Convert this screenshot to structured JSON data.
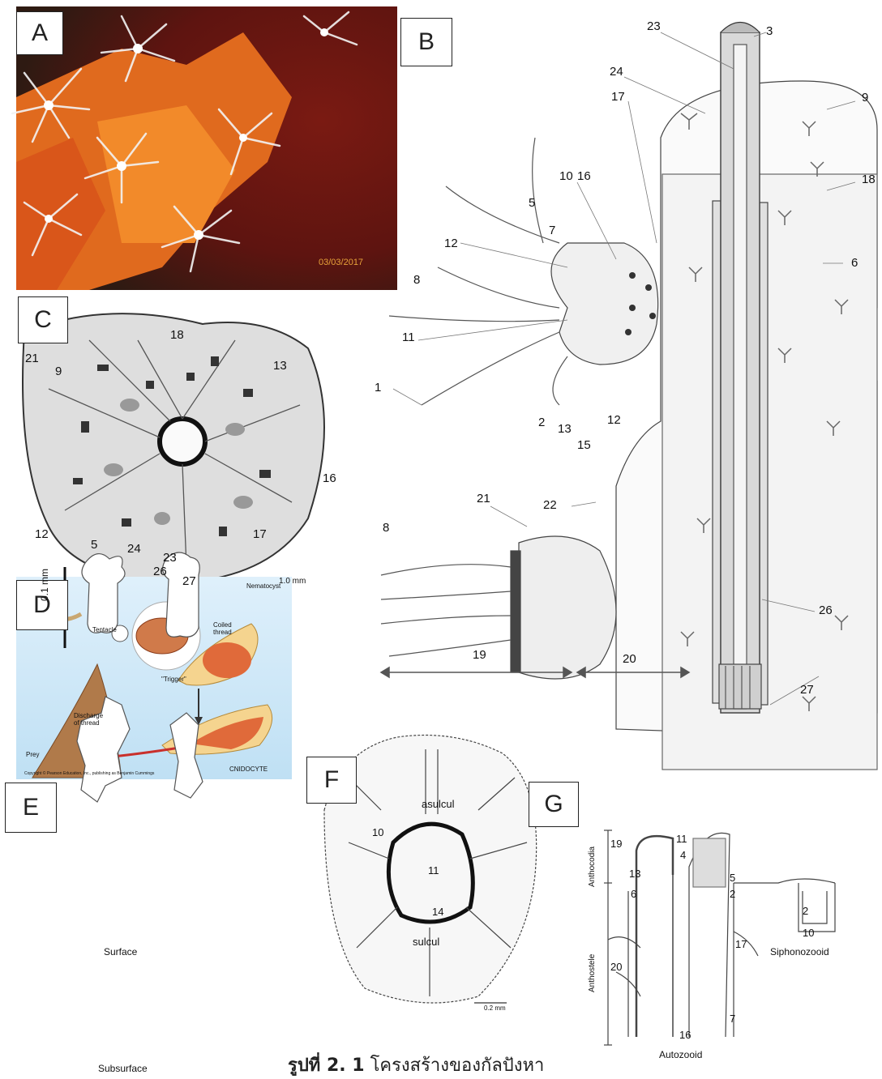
{
  "panels": {
    "a": "A",
    "b": "B",
    "c": "C",
    "d": "D",
    "e": "E",
    "f": "F",
    "g": "G"
  },
  "photo": {
    "date": "03/03/2017"
  },
  "panel_b": {
    "labels": [
      "23",
      "3",
      "24",
      "9",
      "17",
      "18",
      "10",
      "16",
      "5",
      "7",
      "6",
      "12",
      "8",
      "11",
      "1",
      "2",
      "13",
      "15",
      "12",
      "21",
      "22",
      "26",
      "8",
      "19",
      "20",
      "27"
    ]
  },
  "panel_c": {
    "labels": [
      "18",
      "13",
      "21",
      "9",
      "16",
      "12",
      "5",
      "24",
      "23",
      "26",
      "27",
      "17"
    ],
    "scale": "1.0 mm"
  },
  "panel_d": {
    "tentacle": "Tentacle",
    "nematocyst": "Nematocyst",
    "coiled": "Coiled thread",
    "trigger": "\"Trigger\"",
    "discharge": "Discharge of thread",
    "prey": "Prey",
    "cnidocyte": "CNIDOCYTE",
    "copyright": "Copyright © Pearson Education, Inc., publishing as Benjamin Cummings"
  },
  "panel_e": {
    "scale": "0.1 mm",
    "surface": "Surface",
    "subsurface": "Subsurface"
  },
  "panel_f": {
    "asulcul": "asulcul",
    "sulcul": "sulcul",
    "n10": "10",
    "n11": "11",
    "n14": "14",
    "scale": "0.2 mm"
  },
  "panel_g": {
    "anthocodia": "Anthocodia",
    "anthostele": "Anthostele",
    "n19": "19",
    "n20": "20",
    "n11": "11",
    "n4": "4",
    "n5": "5",
    "n13": "13",
    "n6": "6",
    "n2": "2",
    "n17": "17",
    "n7": "7",
    "n16": "16",
    "n2b": "2",
    "n10": "10",
    "autozooid": "Autozooid",
    "siphonozooid": "Siphonozooid"
  },
  "caption": {
    "bold": "รูปที่ 2. 1",
    "text": " โครงสร้างของกัลปังหา"
  }
}
